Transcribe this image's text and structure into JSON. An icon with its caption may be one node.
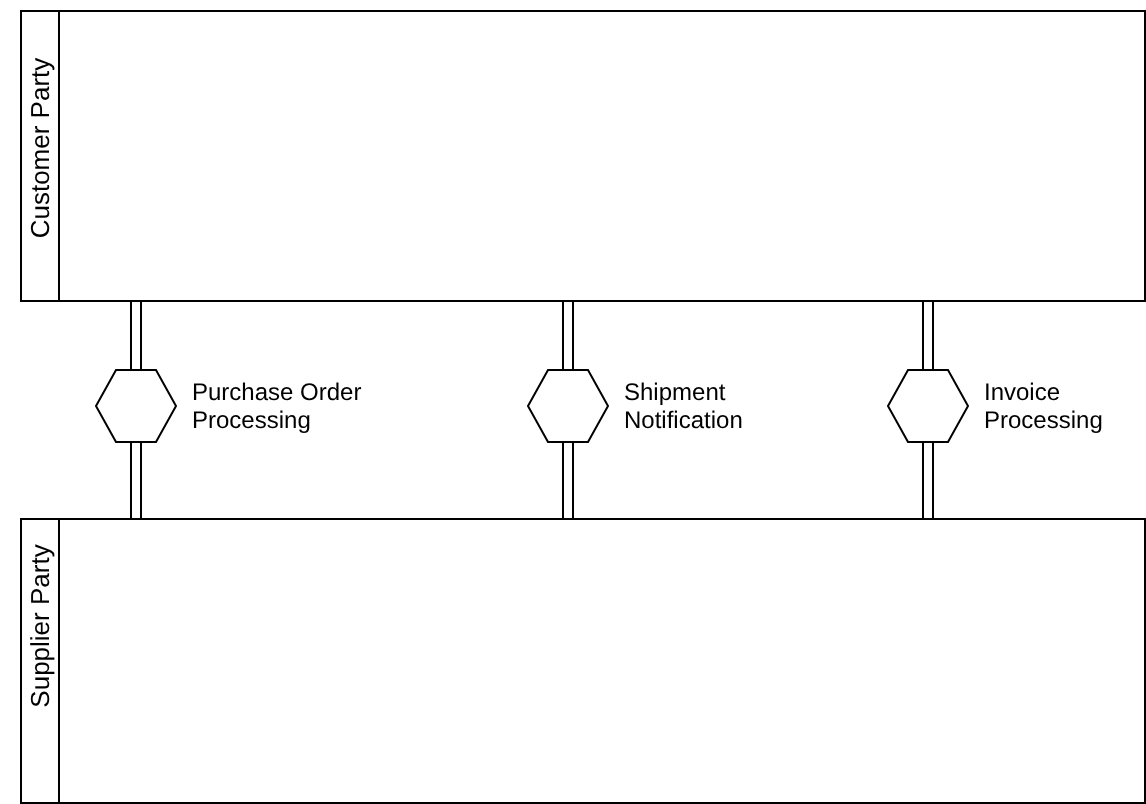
{
  "diagram": {
    "nodes": [
      {
        "text": [
          "Customer Party"
        ]
      },
      {
        "text": [
          "Supplier Party"
        ]
      },
      {
        "text": [],
        "shape": "hexagon",
        "beside": [
          "Purchase Order Processing"
        ]
      },
      {
        "text": [],
        "shape": "hexagon",
        "beside": [
          "Shipment Notification"
        ]
      },
      {
        "text": [],
        "shape": "hexagon",
        "beside": [
          "Invoice Processing"
        ]
      }
    ],
    "edges": [
      {
        "from": 0,
        "to": 2,
        "arrow": "none"
      },
      {
        "from": 2,
        "to": 1,
        "arrow": "none"
      },
      {
        "from": 0,
        "to": 3,
        "arrow": "none"
      },
      {
        "from": 3,
        "to": 1,
        "arrow": "none"
      },
      {
        "from": 0,
        "to": 4,
        "arrow": "none"
      },
      {
        "from": 4,
        "to": 1,
        "arrow": "none"
      }
    ]
  }
}
